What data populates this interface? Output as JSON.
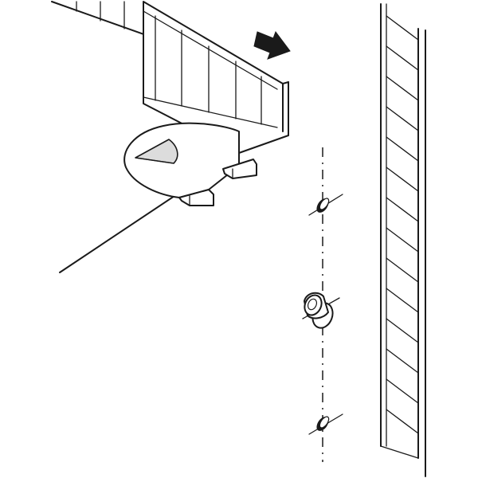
{
  "figure": {
    "colors": {
      "line": "#1a1a1a",
      "background": "#ffffff",
      "shade": "#dcdcdc"
    },
    "parts": [
      "shelf-panel",
      "shelf-support-clip",
      "cabinet-side-panel",
      "shelf-pin-sleeve",
      "drill-hole-top",
      "drill-hole-bottom",
      "direction-arrow"
    ],
    "icons": {
      "direction": "arrow-right-down-icon"
    }
  }
}
